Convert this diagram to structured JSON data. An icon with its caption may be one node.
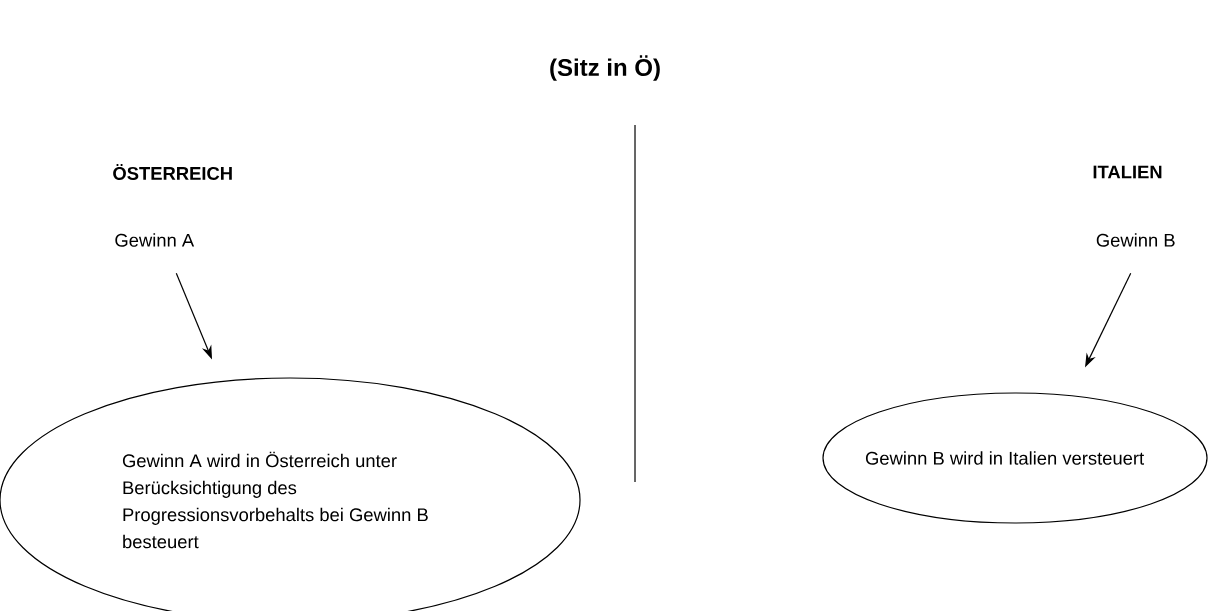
{
  "diagram": {
    "title": "(Sitz in Ö)",
    "nodes": [
      {
        "text": [
          "Gewinn A"
        ]
      },
      {
        "text": [
          "Gewinn A wird in Österreich unter Berücksichtigung des Progressionsvorbehalts bei Gewinn B besteuert"
        ]
      },
      {
        "text": [
          "Gewinn B"
        ]
      },
      {
        "text": [
          "Gewinn B wird in Italien versteuert"
        ]
      }
    ],
    "edges": [
      {
        "from": 0,
        "to": 1,
        "arrow": "to"
      },
      {
        "from": 2,
        "to": 3,
        "arrow": "to"
      }
    ],
    "labels": [
      "ÖSTERREICH",
      "ITALIEN"
    ]
  }
}
